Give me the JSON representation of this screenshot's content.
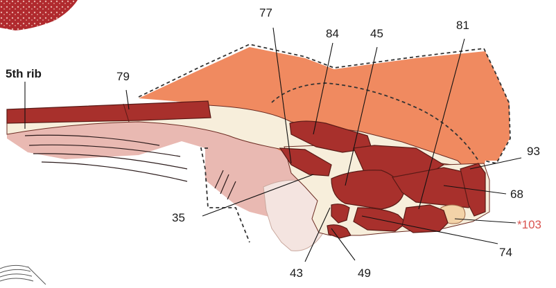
{
  "labels": {
    "rib": "5th rib",
    "n79": "79",
    "n77": "77",
    "n84": "84",
    "n45": "45",
    "n81": "81",
    "n93": "93",
    "n68": "68",
    "n103": "*103",
    "n74": "74",
    "n35": "35",
    "n43": "43",
    "n49": "49"
  },
  "colors": {
    "fat": "#f08a60",
    "muscle": "#a8302c",
    "muscle_dark": "#8c2422",
    "cream": "#f7eedb",
    "bone": "#e9b9b2",
    "highlight_label": "#d9534f",
    "text": "#1a1a1a"
  }
}
